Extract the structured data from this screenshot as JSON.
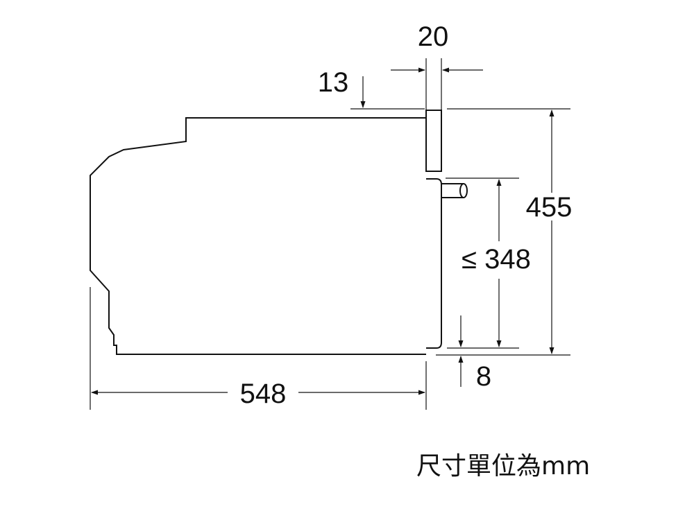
{
  "dimensions": {
    "depth": "548",
    "height": "455",
    "door_height": "≤ 348",
    "top_offset": "13",
    "front_thickness": "20",
    "bottom_offset": "8"
  },
  "unit_note": "尺寸單位為mm"
}
